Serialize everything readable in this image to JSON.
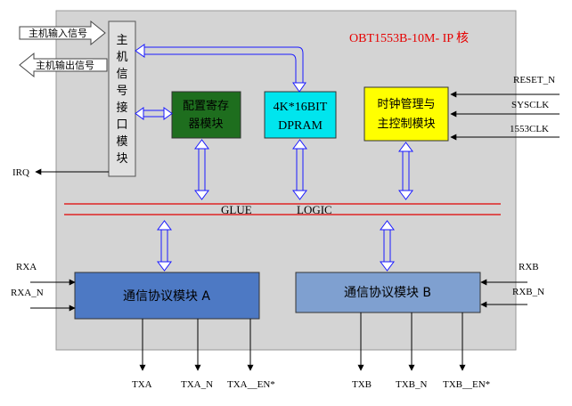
{
  "title": "OBT1553B-10M- IP 核",
  "host_in_signal": "主机输入信号",
  "host_out_signal": "主机输出信号",
  "host_interface_chars": [
    "主",
    "机",
    "信",
    "号",
    "接",
    "口",
    "模",
    "块"
  ],
  "config_module": [
    "配置寄存",
    "器模块"
  ],
  "dpram": [
    "4K*16BIT",
    "DPRAM"
  ],
  "clock_module": [
    "时钟管理与",
    "主控制模块"
  ],
  "glue_logic": [
    "GLUE",
    "LOGIC"
  ],
  "protocol_a": "通信协议模块 A",
  "protocol_b": "通信协议模块 B",
  "signals": {
    "irq": "IRQ",
    "reset_n": "RESET_N",
    "sysclk": "SYSCLK",
    "clk1553": "1553CLK",
    "rxa": "RXA",
    "rxa_n": "RXA_N",
    "rxb": "RXB",
    "rxb_n": "RXB_N",
    "txa": "TXA",
    "txa_n": "TXA_N",
    "txa_en": "TXA__EN*",
    "txb": "TXB",
    "txb_n": "TXB_N",
    "txb_en": "TXB__EN*"
  },
  "colors": {
    "core_bg": "#d4d4d4",
    "host_module": "#e0e0e0",
    "config_module": "#1e6e1e",
    "dpram": "#00e5ee",
    "clock_module": "#ffff00",
    "protocol_a": "#4d79c4",
    "protocol_b": "#7fa0d0",
    "bus_red": "#e00000",
    "bus_blue": "#1a1aff"
  }
}
